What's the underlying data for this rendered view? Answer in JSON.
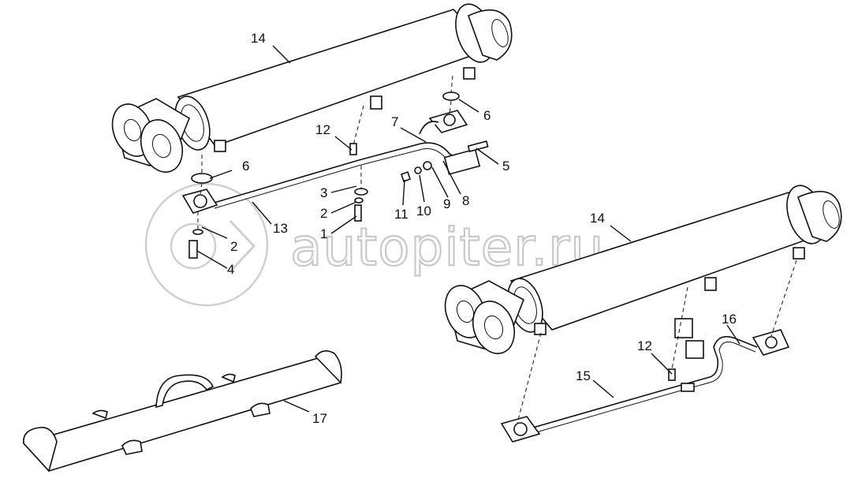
{
  "watermark": {
    "text": "autopiter.ru"
  },
  "callouts": [
    "1",
    "2",
    "2",
    "3",
    "4",
    "5",
    "6",
    "6",
    "7",
    "8",
    "9",
    "10",
    "11",
    "12",
    "12",
    "13",
    "14",
    "14",
    "15",
    "16",
    "17"
  ]
}
